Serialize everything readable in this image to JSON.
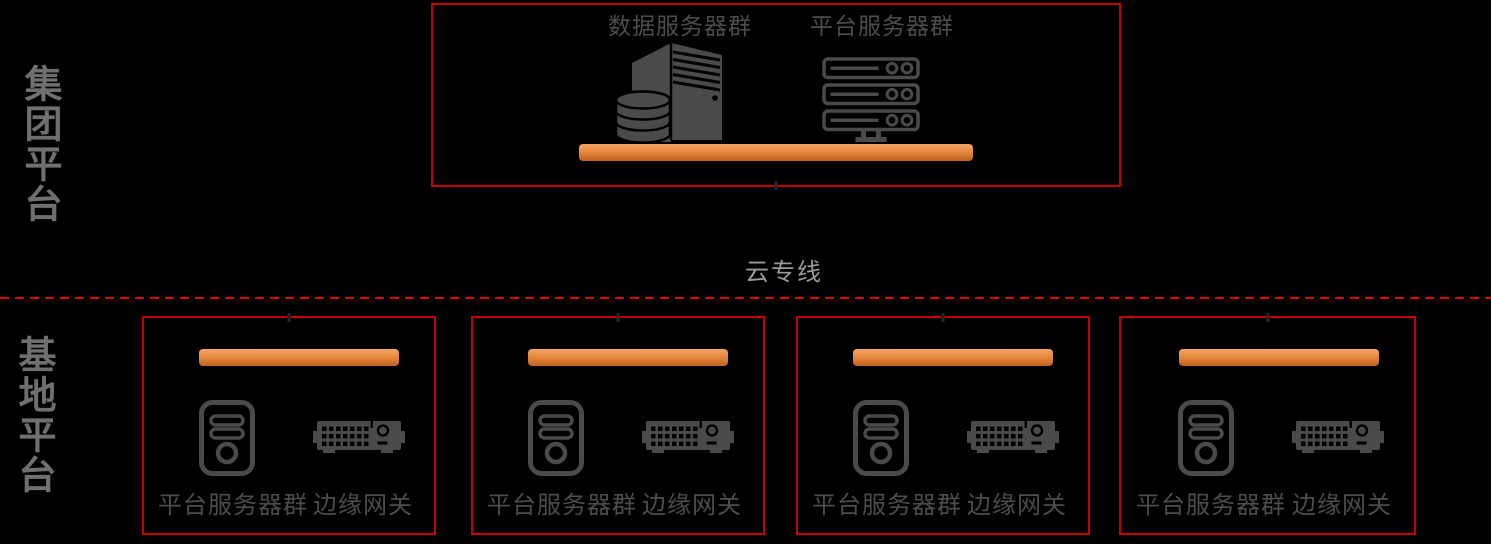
{
  "colors": {
    "bg": "#000000",
    "border_red": "#c90000",
    "dash_red": "#e60000",
    "orange_top": "#f3a668",
    "orange_mid": "#e8893f",
    "orange_bottom": "#c2631d",
    "label_gray": "#4c4c4c",
    "side_label_gray": "#6f6f6f",
    "link_label_gray": "#9a9a9a",
    "icon_gray": "#4a4a4a",
    "tick_dark": "#262626"
  },
  "group_platform": {
    "side_label": "集团平台",
    "data_server_label": "数据服务器群",
    "platform_server_label": "平台服务器群",
    "icons": [
      "data-server-icon",
      "rack-server-icon"
    ],
    "bus": "orange-bus-bar"
  },
  "link": {
    "label": "云专线",
    "style": "red-dashed-divider"
  },
  "base_platform": {
    "side_label": "基地平台",
    "site_icons": [
      "tower-server-icon",
      "edge-gateway-icon"
    ],
    "sites": [
      {
        "server_label": "平台服务器群",
        "gateway_label": "边缘网关"
      },
      {
        "server_label": "平台服务器群",
        "gateway_label": "边缘网关"
      },
      {
        "server_label": "平台服务器群",
        "gateway_label": "边缘网关"
      },
      {
        "server_label": "平台服务器群",
        "gateway_label": "边缘网关"
      }
    ]
  }
}
